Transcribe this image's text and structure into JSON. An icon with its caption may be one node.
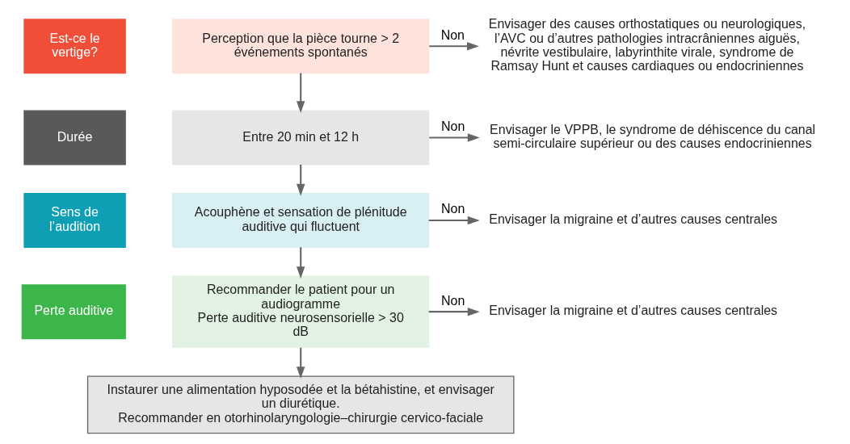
{
  "diagram": {
    "nodes": [
      {
        "text": [
          "Est-ce le vertige?"
        ]
      },
      {
        "text": [
          "Perception que la pièce tourne > 2 événements spontanés"
        ]
      },
      {
        "text": [
          "Envisager des causes orthostatiques ou neurologiques, l’AVC ou d’autres pathologies intracrâniennes aiguës, névrite vestibulaire, labyrinthite virale, syndrome de Ramsay Hunt et causes cardiaques ou endocriniennes"
        ]
      },
      {
        "text": [
          "Durée"
        ]
      },
      {
        "text": [
          "Entre 20 min et 12 h"
        ]
      },
      {
        "text": [
          "Envisager le VPPB, le syndrome de déhiscence du canal semi-circulaire supérieur ou des causes endocriniennes"
        ]
      },
      {
        "text": [
          "Sens de l’audition"
        ]
      },
      {
        "text": [
          "Acouphène et sensation de plénitude auditive qui fluctuent"
        ]
      },
      {
        "text": [
          "Envisager la migraine et d’autres causes centrales"
        ]
      },
      {
        "text": [
          "Perte auditive"
        ]
      },
      {
        "text": [
          "Recommander le patient pour un audiogramme",
          "Perte auditive neurosensorielle > 30 dB"
        ]
      },
      {
        "text": [
          "Envisager la migraine et d’autres causes centrales"
        ]
      },
      {
        "text": [
          "Instaurer une alimentation hyposodée et la bétahistine, et envisager un diurétique.",
          "Recommander en otorhinolaryngologie–chirurgie cervico-faciale"
        ]
      }
    ],
    "edges": [
      {
        "from": 1,
        "to": 2,
        "arrow": "to",
        "label": "Non"
      },
      {
        "from": 1,
        "to": 4,
        "arrow": "to"
      },
      {
        "from": 4,
        "to": 5,
        "arrow": "to",
        "label": "Non"
      },
      {
        "from": 4,
        "to": 7,
        "arrow": "to"
      },
      {
        "from": 7,
        "to": 8,
        "arrow": "to",
        "label": "Non"
      },
      {
        "from": 7,
        "to": 10,
        "arrow": "to"
      },
      {
        "from": 10,
        "to": 11,
        "arrow": "to",
        "label": "Non"
      },
      {
        "from": 10,
        "to": 12,
        "arrow": "to"
      }
    ]
  }
}
